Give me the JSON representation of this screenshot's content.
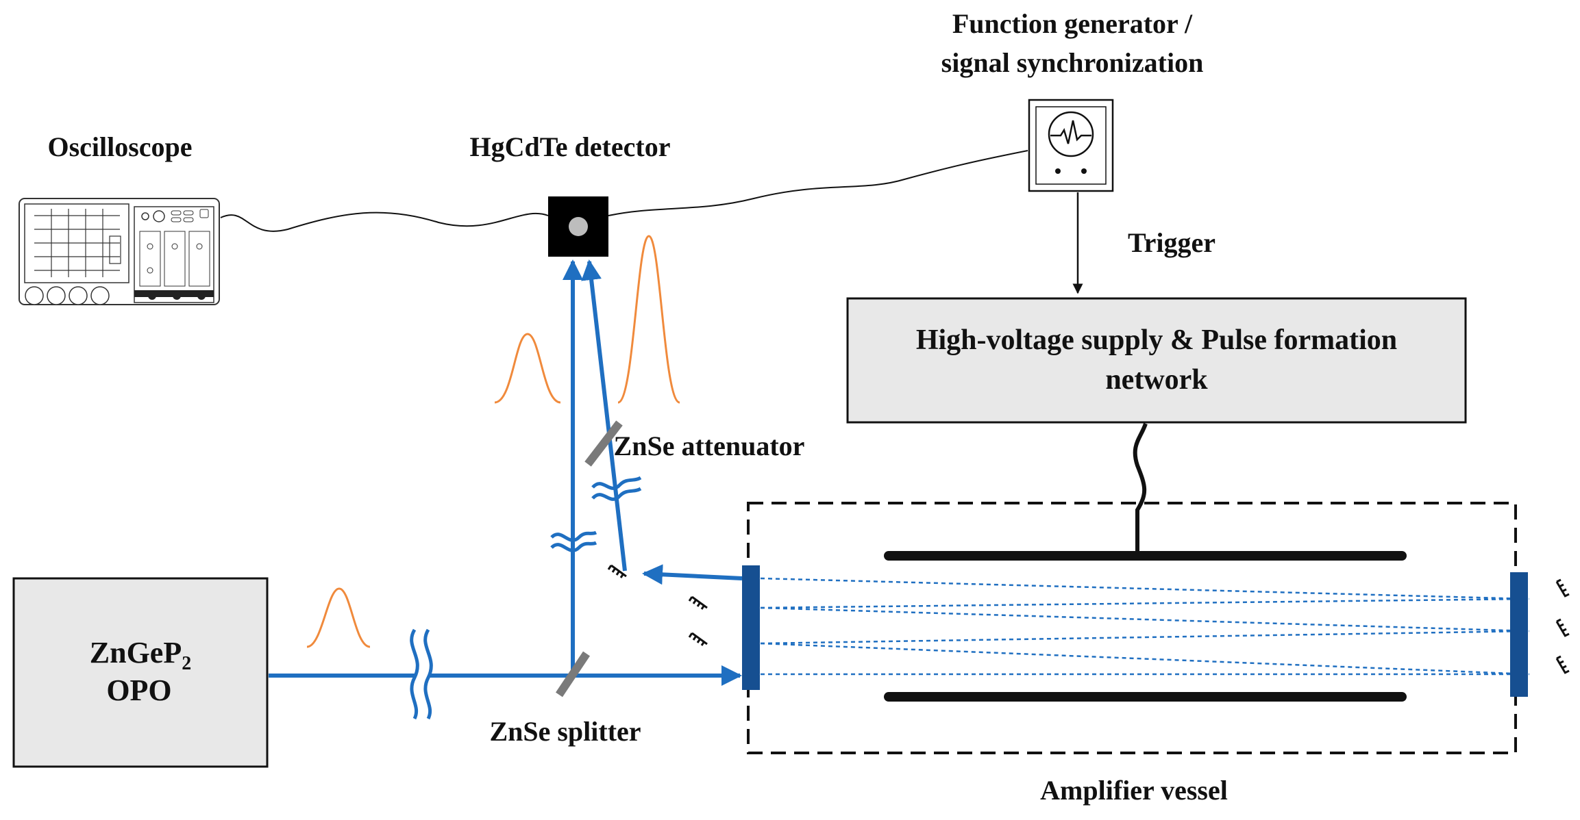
{
  "labels": {
    "function_generator_line1": "Function generator /",
    "function_generator_line2": "signal synchronization",
    "oscilloscope": "Oscilloscope",
    "hgcdte_detector": "HgCdTe detector",
    "trigger": "Trigger",
    "hv_supply_line1": "High-voltage supply & Pulse formation",
    "hv_supply_line2": "network",
    "znse_attenuator": "ZnSe attenuator",
    "opo_line1_main": "ZnGeP",
    "opo_line1_sub": "2",
    "opo_line2": "OPO",
    "znse_splitter": "ZnSe splitter",
    "amplifier_vessel": "Amplifier vessel"
  },
  "colors": {
    "beam": "#1f6fc1",
    "pulse": "#f08a3c",
    "box_fill": "#e8e8e8",
    "outline": "#111111",
    "mirror": "#7a7a7a",
    "output_coupler": "#164f91"
  },
  "icons": [
    "oscilloscope-icon",
    "function-generator-icon",
    "detector-icon"
  ]
}
